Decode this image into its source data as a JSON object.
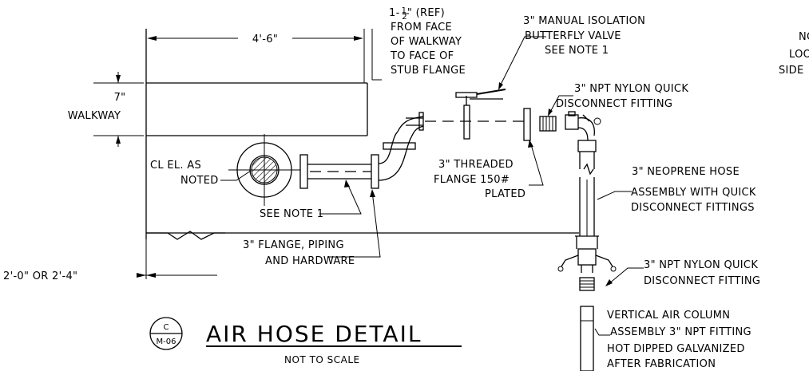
{
  "drawing": {
    "title": "AIR HOSE DETAIL",
    "subtitle": "NOT TO SCALE",
    "section_bubble": {
      "top": "C",
      "bottom": "M-06"
    }
  },
  "dimensions": {
    "width_top": "4'-6\"",
    "walkway_height": "7\"",
    "walkway_label": "WALKWAY",
    "width_bottom": "2'-0\" OR 2'-4\""
  },
  "callouts": {
    "ref_line1": "1-",
    "ref_frac_num": "1",
    "ref_frac_den": "2",
    "ref_line1_end": "\" (REF)",
    "ref_line2": "FROM FACE",
    "ref_line3": "OF WALKWAY",
    "ref_line4": "TO FACE OF",
    "ref_line5": "STUB FLANGE",
    "valve_line1": "3\" MANUAL ISOLATION",
    "valve_line2": "BUTTERFLY VALVE",
    "valve_line3": "SEE NOTE 1",
    "qd_top_line1": "3\" NPT NYLON QUICK",
    "qd_top_line2": "DISCONNECT FITTING",
    "threaded_line1": "3\" THREADED",
    "threaded_line2": "FLANGE 150#",
    "threaded_line3": "PLATED",
    "hose_line1": "3\" NEOPRENE HOSE",
    "hose_line2": "ASSEMBLY WITH QUICK",
    "hose_line3": "DISCONNECT FITTINGS",
    "cl_line1": "CL EL. AS",
    "cl_line2": "NOTED",
    "see_note": "SEE NOTE 1",
    "flange_line1": "3\" FLANGE, PIPING",
    "flange_line2": "AND HARDWARE",
    "qd_bot_line1": "3\" NPT NYLON QUICK",
    "qd_bot_line2": "DISCONNECT FITTING",
    "column_line1": "VERTICAL AIR COLUMN",
    "column_line2": "ASSEMBLY 3\" NPT FITTING",
    "column_line3": "HOT DIPPED GALVANIZED",
    "column_line4": "AFTER FABRICATION",
    "cut_note_line1": "NO",
    "cut_note_line2": "LOO",
    "cut_note_line3": "SIDE"
  }
}
